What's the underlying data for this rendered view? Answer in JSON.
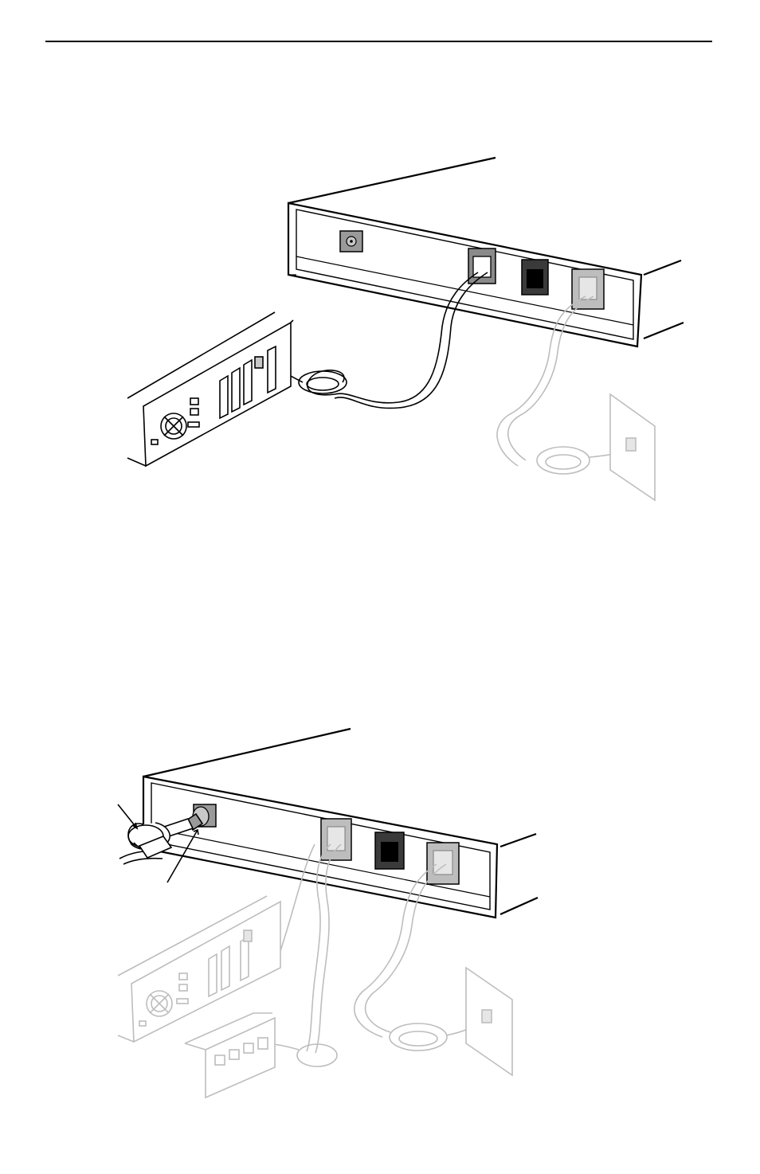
{
  "page": {
    "header_rule": true
  },
  "figures": [
    {
      "id": "figure-1",
      "depicts": "modem-rear-connected-to-computer-and-wall-jack"
    },
    {
      "id": "figure-2",
      "depicts": "modem-rear-with-power-adapter-and-ferrite-core"
    }
  ],
  "colors": {
    "line": "#000000",
    "faded": "#bdbdbd",
    "port_dark": "#111111",
    "port_mid": "#8a8a8a",
    "port_light": "#c8c8c8"
  }
}
